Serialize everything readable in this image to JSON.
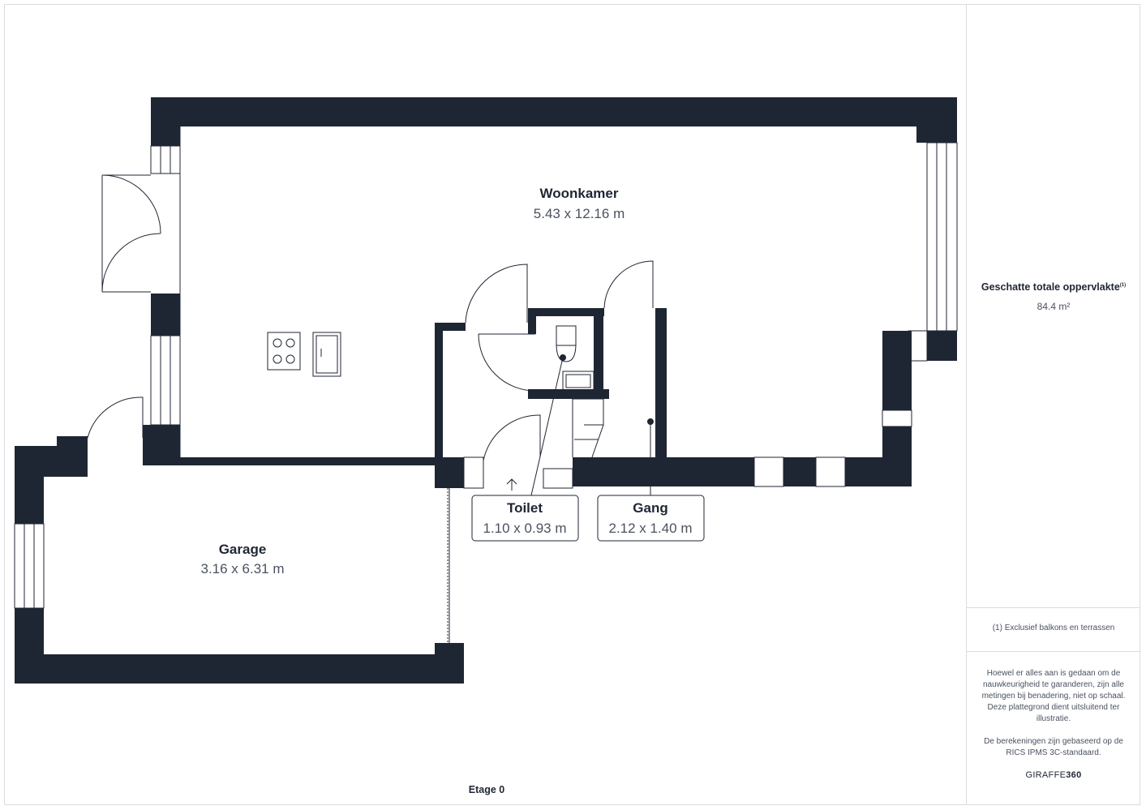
{
  "rooms": {
    "woonkamer": {
      "name": "Woonkamer",
      "dims": "5.43 x 12.16 m"
    },
    "garage": {
      "name": "Garage",
      "dims": "3.16 x 6.31 m"
    },
    "toilet": {
      "name": "Toilet",
      "dims": "1.10 x 0.93 m"
    },
    "gang": {
      "name": "Gang",
      "dims": "2.12 x 1.40 m"
    }
  },
  "floor_label": "Etage 0",
  "sidebar": {
    "area_title": "Geschatte totale oppervlakte",
    "area_sup": "(1)",
    "area_value": "84.4 m²",
    "footnote": "(1) Exclusief balkons en terrassen",
    "disclaimer_1": "Hoewel er alles aan is gedaan om de nauwkeurigheid te garanderen, zijn alle metingen bij benadering, niet op schaal. Deze plattegrond dient uitsluitend ter illustratie.",
    "disclaimer_2": "De berekeningen zijn gebaseerd op de RICS IPMS 3C-standaard.",
    "logo_prefix": "GIRAFFE",
    "logo_suffix": "360"
  },
  "colors": {
    "wall": "#1f2633",
    "text": "#1f2633",
    "muted": "#4a5160",
    "border": "#d9dce0"
  }
}
